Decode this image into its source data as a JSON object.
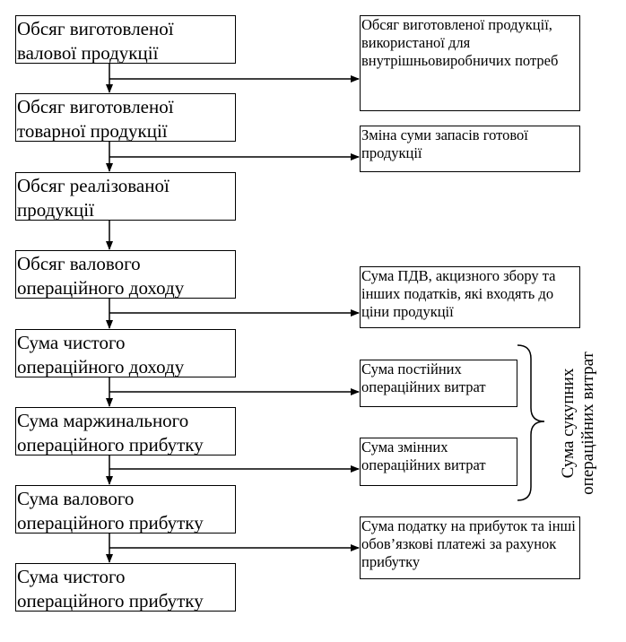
{
  "left_boxes": [
    {
      "label": "Обсяг виготовленої валової продукції"
    },
    {
      "label": "Обсяг виготовленої товарної продукції"
    },
    {
      "label": "Обсяг реалізованої продукції"
    },
    {
      "label": "Обсяг валового операційного доходу"
    },
    {
      "label": "Сума чистого операційного доходу"
    },
    {
      "label": "Сума маржинального операційного прибутку"
    },
    {
      "label": "Сума валового операційного прибутку"
    },
    {
      "label": "Сума чистого операційного прибутку"
    }
  ],
  "right_boxes": [
    {
      "label": "Обсяг виготовленої продукції, використаної для внутрішньовиробничих потреб"
    },
    {
      "label": "Зміна суми запасів готової продукції"
    },
    {
      "label": "Сума ПДВ, акцизного збору та інших податків, які входять до ціни продукції"
    },
    {
      "label": "Сума постійних операційних витрат"
    },
    {
      "label": "Сума змінних операційних витрат"
    },
    {
      "label": "Сума податку на прибуток та інші обов’язкові платежі за рахунок прибутку"
    }
  ],
  "brace_label": "Сума сукупних операційних витрат"
}
